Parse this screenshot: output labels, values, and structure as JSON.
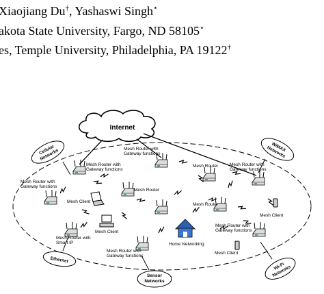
{
  "header": {
    "line1": {
      "text": "Xiaojiang Du",
      "sup": "†",
      "text2": ", Yashaswi Singh",
      "sup2": "⋆"
    },
    "line2": {
      "text": "akota State University, Fargo, ND 58105",
      "sup": "⋆"
    },
    "line3": {
      "text": "es, Temple University, Philadelphia, PA 19122",
      "sup": "†"
    }
  },
  "figure": {
    "cloud_label": "Internet",
    "networks": {
      "cellular_1": "Cellular",
      "cellular_2": "Networks",
      "wimax_1": "WiMAX",
      "wimax_2": "Networks",
      "ethernet": "Ethernet",
      "sensor_1": "Sensor",
      "sensor_2": "Networks",
      "wifi_1": "Wi-Fi",
      "wifi_2": "Networks"
    },
    "labels": {
      "router_gw_top_1": "Mesh Router with",
      "router_gw_top_2": "Gateway functions",
      "router_gw_left_1": "Mesh Router with",
      "router_gw_left_2": "Gateway functions",
      "router_gw_far_1": "Mesh Router with",
      "router_gw_far_2": "Gateway functions",
      "mesh_router_center": "Mesh Router",
      "mesh_router_top": "Mesh Router",
      "router_gw_right_1": "Mesh Router with",
      "router_gw_right_2": "Gateway functions",
      "mesh_client_left": "Mesh Client",
      "mesh_router_mid": "Mesh Router",
      "mesh_client_right": "Mesh Client",
      "router_smartip_1": "Mesh Router with",
      "router_smartip_2": "Smart IP",
      "mesh_client_mid": "Mesh Client",
      "router_gw_bottomright_1": "Mesh Router with",
      "router_gw_bottomright_2": "Gateway functions",
      "router_gw_bottom_1": "Mesh Router with",
      "router_gw_bottom_2": "Gateway functions",
      "home_networking": "Home Networking",
      "mesh_client_bottom": "Mesh Client"
    }
  }
}
